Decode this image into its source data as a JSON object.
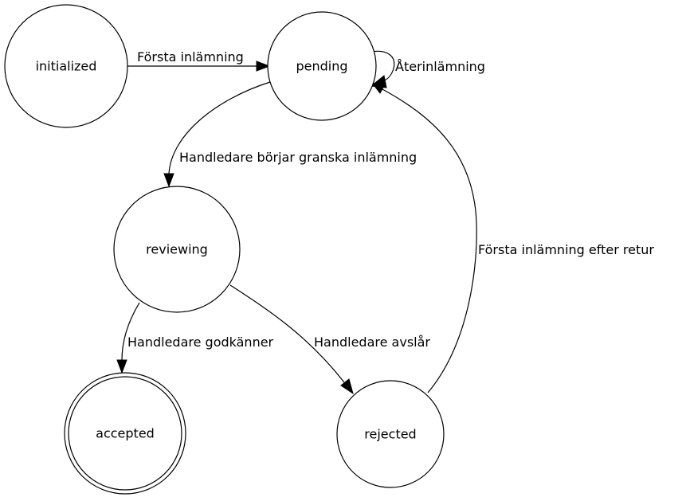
{
  "diagram": {
    "states": {
      "initialized": "initialized",
      "pending": "pending",
      "reviewing": "reviewing",
      "accepted": "accepted",
      "rejected": "rejected"
    },
    "final_state": "accepted",
    "transitions": {
      "initialized_to_pending": "Första inlämning",
      "pending_self_loop": "Återinlämning",
      "pending_to_reviewing": "Handledare börjar granska inlämning",
      "reviewing_to_accepted": "Handledare godkänner",
      "reviewing_to_rejected": "Handledare avslår",
      "rejected_to_pending": "Första inlämning efter retur"
    }
  }
}
